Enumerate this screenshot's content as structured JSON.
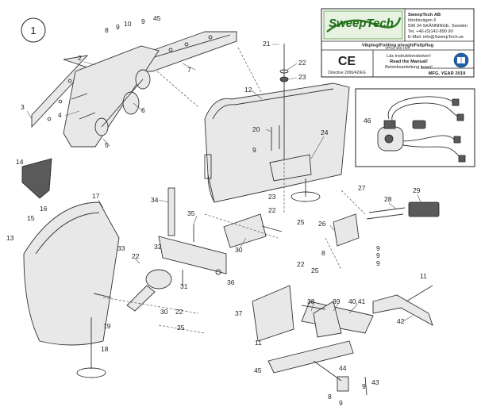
{
  "figure_number": "1",
  "header": {
    "logo_text": "SweepTech",
    "company_lines": [
      "SweepTech AB",
      "Idrottsvägen 6",
      "596 34 SKÄNNINGE, Sweden",
      "Tel. +46-(0)142-890 90",
      "E-Mail: info@SweepTech.se"
    ],
    "product_line1": "Vikplog/Folding plough/Faltpflug",
    "product_line2": "VPG2 140 HVA",
    "ce_mark": "CE",
    "directive": "Directive 2006/42/EG",
    "manual_lines": [
      "Läs instruktionsboken!",
      "Read the Manual!",
      "Betriebsanleitung lesen!"
    ],
    "mfg_year": "MFG. YEAR 2019"
  },
  "callouts": [
    {
      "id": "c1",
      "text": "8"
    },
    {
      "id": "c2",
      "text": "9"
    },
    {
      "id": "c3",
      "text": "10"
    },
    {
      "id": "c4",
      "text": "9"
    },
    {
      "id": "c5",
      "text": "45"
    },
    {
      "id": "c6",
      "text": "2"
    },
    {
      "id": "c7",
      "text": "7"
    },
    {
      "id": "c8",
      "text": "3"
    },
    {
      "id": "c9",
      "text": "4"
    },
    {
      "id": "c10",
      "text": "6"
    },
    {
      "id": "c11",
      "text": "5"
    },
    {
      "id": "c12",
      "text": "21"
    },
    {
      "id": "c13",
      "text": "22"
    },
    {
      "id": "c14",
      "text": "23"
    },
    {
      "id": "c15",
      "text": "12"
    },
    {
      "id": "c16",
      "text": "46"
    },
    {
      "id": "c17",
      "text": "20"
    },
    {
      "id": "c18",
      "text": "9"
    },
    {
      "id": "c19",
      "text": "24"
    },
    {
      "id": "c20",
      "text": "14"
    },
    {
      "id": "c21",
      "text": "16"
    },
    {
      "id": "c22",
      "text": "15"
    },
    {
      "id": "c23",
      "text": "17"
    },
    {
      "id": "c24",
      "text": "34"
    },
    {
      "id": "c25",
      "text": "23"
    },
    {
      "id": "c26",
      "text": "22"
    },
    {
      "id": "c27",
      "text": "25"
    },
    {
      "id": "c28",
      "text": "27"
    },
    {
      "id": "c29",
      "text": "28"
    },
    {
      "id": "c30",
      "text": "29"
    },
    {
      "id": "c31",
      "text": "35"
    },
    {
      "id": "c32",
      "text": "13"
    },
    {
      "id": "c33",
      "text": "33"
    },
    {
      "id": "c34",
      "text": "22"
    },
    {
      "id": "c35",
      "text": "32"
    },
    {
      "id": "c36",
      "text": "30"
    },
    {
      "id": "c37",
      "text": "26"
    },
    {
      "id": "c38",
      "text": "9"
    },
    {
      "id": "c39",
      "text": "9"
    },
    {
      "id": "c40",
      "text": "9"
    },
    {
      "id": "c41",
      "text": "8"
    },
    {
      "id": "c42",
      "text": "22"
    },
    {
      "id": "c43",
      "text": "25"
    },
    {
      "id": "c44",
      "text": "31"
    },
    {
      "id": "c45",
      "text": "36"
    },
    {
      "id": "c46",
      "text": "30"
    },
    {
      "id": "c47",
      "text": "11"
    },
    {
      "id": "c48",
      "text": "22"
    },
    {
      "id": "c49",
      "text": "37"
    },
    {
      "id": "c50",
      "text": "38"
    },
    {
      "id": "c51",
      "text": "39"
    },
    {
      "id": "c52",
      "text": "40,41"
    },
    {
      "id": "c53",
      "text": "25"
    },
    {
      "id": "c54",
      "text": "19"
    },
    {
      "id": "c55",
      "text": "42"
    },
    {
      "id": "c56",
      "text": "11"
    },
    {
      "id": "c57",
      "text": "18"
    },
    {
      "id": "c58",
      "text": "45"
    },
    {
      "id": "c59",
      "text": "44"
    },
    {
      "id": "c60",
      "text": "9"
    },
    {
      "id": "c61",
      "text": "43"
    },
    {
      "id": "c62",
      "text": "9"
    },
    {
      "id": "c63",
      "text": "8"
    }
  ]
}
